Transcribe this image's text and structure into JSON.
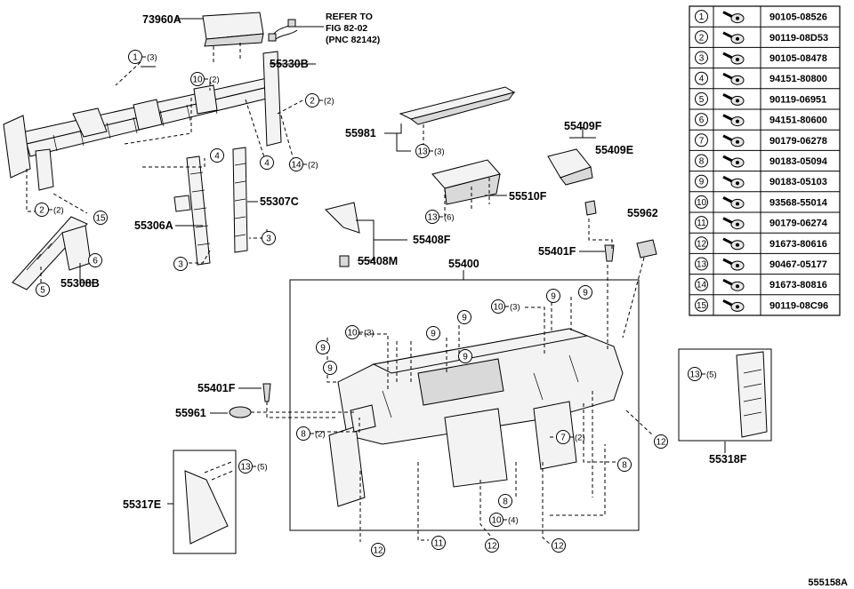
{
  "diagram_id": "555158A",
  "reference_note": [
    "REFER TO",
    "FIG 82-02",
    "(PNC 82142)"
  ],
  "part_numbers": {
    "p73960A": "73960A",
    "p55330B": "55330B",
    "p55981": "55981",
    "p55409F": "55409F",
    "p55409E": "55409E",
    "p55510F": "55510F",
    "p55306A": "55306A",
    "p55307C": "55307C",
    "p55408F": "55408F",
    "p55408M": "55408M",
    "p55962": "55962",
    "p55401F_a": "55401F",
    "p55400": "55400",
    "p55308B": "55308B",
    "p55401F_b": "55401F",
    "p55961": "55961",
    "p55318F": "55318F",
    "p55317E": "55317E"
  },
  "callouts": [
    {
      "num": "1",
      "qty": "(3)"
    },
    {
      "num": "10",
      "qty": "(2)"
    },
    {
      "num": "2",
      "qty": "(2)"
    },
    {
      "num": "13",
      "qty": "(3)"
    },
    {
      "num": "4",
      "qty": ""
    },
    {
      "num": "4",
      "qty": ""
    },
    {
      "num": "14",
      "qty": "(2)"
    },
    {
      "num": "13",
      "qty": "(6)"
    },
    {
      "num": "2",
      "qty": "(2)"
    },
    {
      "num": "15",
      "qty": ""
    },
    {
      "num": "3",
      "qty": ""
    },
    {
      "num": "3",
      "qty": ""
    },
    {
      "num": "6",
      "qty": ""
    },
    {
      "num": "5",
      "qty": ""
    },
    {
      "num": "9",
      "qty": ""
    },
    {
      "num": "9",
      "qty": ""
    },
    {
      "num": "10",
      "qty": "(3)"
    },
    {
      "num": "9",
      "qty": ""
    },
    {
      "num": "10",
      "qty": "(3)"
    },
    {
      "num": "9",
      "qty": ""
    },
    {
      "num": "9",
      "qty": ""
    },
    {
      "num": "9",
      "qty": ""
    },
    {
      "num": "9",
      "qty": ""
    },
    {
      "num": "13",
      "qty": "(5)"
    },
    {
      "num": "8",
      "qty": "(2)"
    },
    {
      "num": "7",
      "qty": "(2)"
    },
    {
      "num": "12",
      "qty": ""
    },
    {
      "num": "8",
      "qty": ""
    },
    {
      "num": "8",
      "qty": ""
    },
    {
      "num": "10",
      "qty": "(4)"
    },
    {
      "num": "13",
      "qty": "(5)"
    },
    {
      "num": "12",
      "qty": ""
    },
    {
      "num": "11",
      "qty": ""
    },
    {
      "num": "12",
      "qty": ""
    },
    {
      "num": "12",
      "qty": ""
    }
  ],
  "legend": [
    {
      "num": "1",
      "part": "90105-08526"
    },
    {
      "num": "2",
      "part": "90119-08D53"
    },
    {
      "num": "3",
      "part": "90105-08478"
    },
    {
      "num": "4",
      "part": "94151-80800"
    },
    {
      "num": "5",
      "part": "90119-06951"
    },
    {
      "num": "6",
      "part": "94151-80600"
    },
    {
      "num": "7",
      "part": "90179-06278"
    },
    {
      "num": "8",
      "part": "90183-05094"
    },
    {
      "num": "9",
      "part": "90183-05103"
    },
    {
      "num": "10",
      "part": "93568-55014"
    },
    {
      "num": "11",
      "part": "90179-06274"
    },
    {
      "num": "12",
      "part": "91673-80616"
    },
    {
      "num": "13",
      "part": "90467-05177"
    },
    {
      "num": "14",
      "part": "91673-80816"
    },
    {
      "num": "15",
      "part": "90119-08C96"
    }
  ]
}
